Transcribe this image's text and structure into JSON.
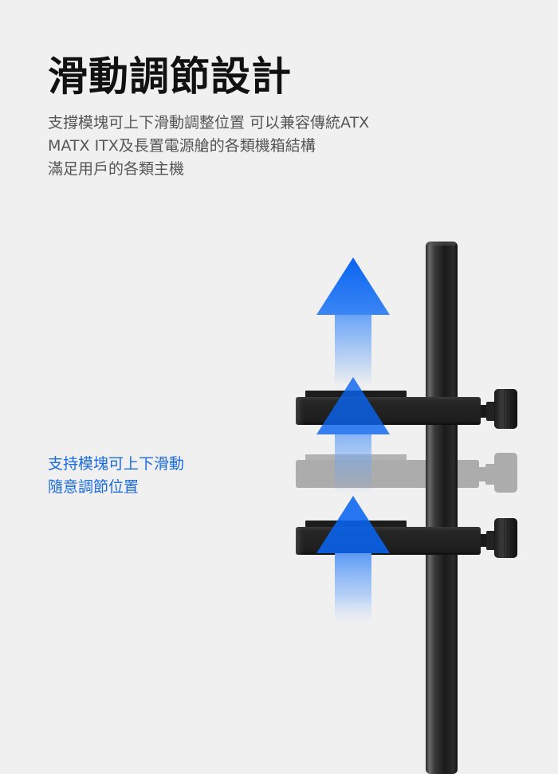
{
  "header": {
    "title": "滑動調節設計"
  },
  "description": {
    "lines": [
      "支撐模塊可上下滑動調整位置 可以兼容傳統ATX",
      "MATX  ITX及長置電源艙的各類機箱結構",
      "滿足用戶的各類主機"
    ]
  },
  "caption": {
    "lines": [
      "支持模塊可上下滑動",
      "隨意調節位置"
    ]
  },
  "illustration": {
    "subject": "sliding-bracket-on-vertical-pole",
    "arrow_direction": "up",
    "arrow_count": 3,
    "bracket_positions": [
      "upper",
      "middle-ghost",
      "lower"
    ]
  },
  "colors": {
    "background": "#f0f0f0",
    "title": "#111111",
    "body_text": "#555555",
    "accent_blue": "#0a64f0",
    "caption_blue": "#1a6be0",
    "metal_dark": "#1e1e1e"
  }
}
